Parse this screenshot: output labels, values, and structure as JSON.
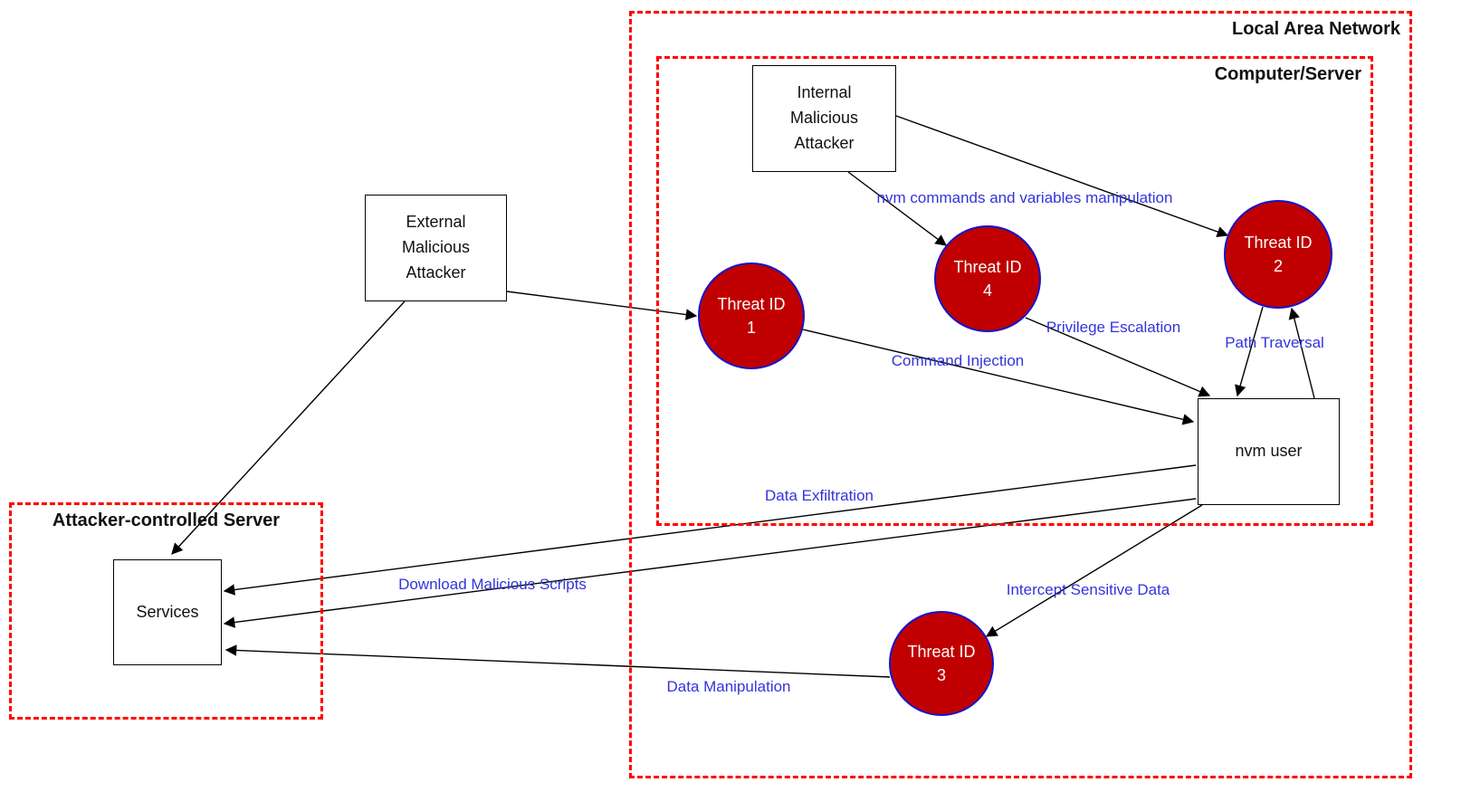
{
  "colors": {
    "boundary": "#ff0000",
    "threat_fill": "#c00000",
    "threat_stroke": "#1414cc",
    "edge_label": "#3333dd"
  },
  "boundaries": {
    "lan": {
      "label": "Local Area Network"
    },
    "computer_server": {
      "label": "Computer/Server"
    },
    "attacker_server": {
      "label": "Attacker-controlled Server"
    }
  },
  "nodes": {
    "internal_attacker": {
      "label": "Internal\nMalicious\nAttacker"
    },
    "external_attacker": {
      "label": "External\nMalicious\nAttacker"
    },
    "services": {
      "label": "Services"
    },
    "nvm_user": {
      "label": "nvm user"
    }
  },
  "threats": {
    "t1": {
      "title": "Threat ID",
      "number": "1"
    },
    "t2": {
      "title": "Threat ID",
      "number": "2"
    },
    "t3": {
      "title": "Threat ID",
      "number": "3"
    },
    "t4": {
      "title": "Threat ID",
      "number": "4"
    }
  },
  "edge_labels": {
    "nvm_commands": "nvm commands and variables manipulation",
    "privilege_escalation": "Privilege Escalation",
    "path_traversal": "Path Traversal",
    "command_injection": "Command Injection",
    "data_exfiltration": "Data Exfiltration",
    "download_malicious_scripts": "Download Malicious Scripts",
    "intercept_sensitive_data": "Intercept Sensitive Data",
    "data_manipulation": "Data Manipulation"
  }
}
